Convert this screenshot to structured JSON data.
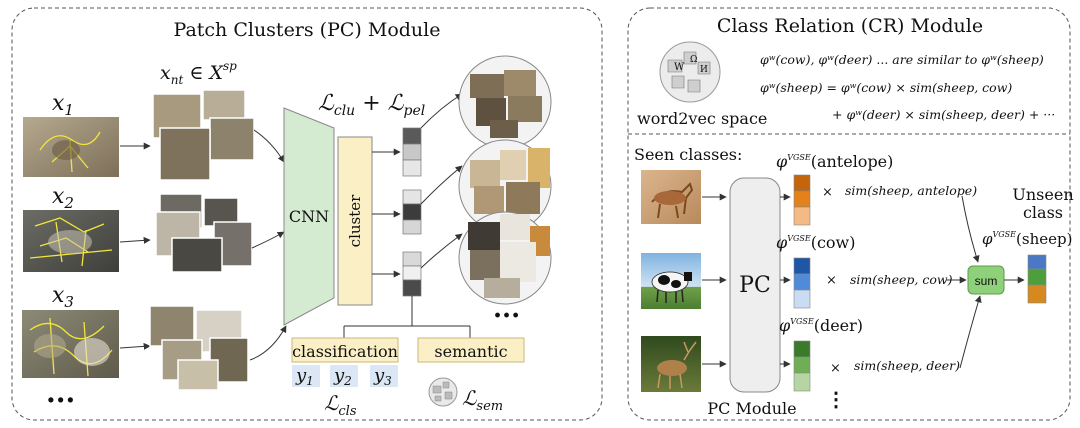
{
  "pc_module": {
    "title": "Patch Clusters (PC) Module",
    "inputs": [
      {
        "var": "x",
        "sub": "1"
      },
      {
        "var": "x",
        "sub": "2"
      },
      {
        "var": "x",
        "sub": "3"
      }
    ],
    "input_more": "...",
    "patch_set_label": {
      "var": "x",
      "sub": "nt",
      "rel": " ∈ ",
      "set": "X",
      "sup": "sp"
    },
    "cnn_label": "CNN",
    "cluster_label": "cluster",
    "loss_top": {
      "l1": "ℒ",
      "s1": "clu",
      "plus": " + ",
      "l2": "ℒ",
      "s2": "pel"
    },
    "classification_label": "classification",
    "semantic_label": "semantic",
    "y_labels": [
      {
        "var": "y",
        "sub": "1"
      },
      {
        "var": "y",
        "sub": "2"
      },
      {
        "var": "y",
        "sub": "3"
      }
    ],
    "loss_cls": {
      "l": "ℒ",
      "s": "cls"
    },
    "loss_sem": {
      "l": "ℒ",
      "s": "sem"
    },
    "clusters_more": "..."
  },
  "cr_module": {
    "title": "Class Relation (CR) Module",
    "word2vec_label": "word2vec space",
    "eq1": "φʷ(cow), φʷ(deer) ... are similar to φʷ(sheep)",
    "eq2": "φʷ(sheep) = φʷ(cow) × sim(sheep, cow)",
    "eq3": "+ φʷ(deer) × sim(sheep, deer) + ···",
    "seen_classes_label": "Seen classes:",
    "pc_block_label": "PC",
    "pc_module_label": "PC Module",
    "seen": [
      {
        "phi": "φ",
        "sup": "VGSE",
        "cls": "(antelope)",
        "sim": "sim(sheep, antelope)"
      },
      {
        "phi": "φ",
        "sup": "VGSE",
        "cls": "(cow)",
        "sim": "sim(sheep, cow)"
      },
      {
        "phi": "φ",
        "sup": "VGSE",
        "cls": "(deer)",
        "sim": "sim(sheep, deer)"
      }
    ],
    "times": "×",
    "unseen_label_1": "Unseen",
    "unseen_label_2": "class",
    "unseen_phi": {
      "phi": "φ",
      "sup": "VGSE",
      "cls": "(sheep)"
    },
    "sum_label": "sum",
    "seen_more": "⋮",
    "colors": {
      "cnn_fill": "#d4ebd1",
      "cluster_fill": "#fbefc6",
      "label_box_fill": "#fbefc6",
      "y_box_fill": "#dbe7f4",
      "pc_block_fill": "#eeeeee",
      "sum_fill": "#8fd07a",
      "antelope_vec": [
        "#c4640d",
        "#e4811b",
        "#f3ba86"
      ],
      "cow_vec": [
        "#1f56a6",
        "#4f8bd8",
        "#c9dcf4"
      ],
      "deer_vec": [
        "#3b7a28",
        "#6fae55",
        "#b5d6a3"
      ],
      "sheep_vec": [
        "#4a78c4",
        "#4f9e3c",
        "#d6891f"
      ]
    }
  }
}
